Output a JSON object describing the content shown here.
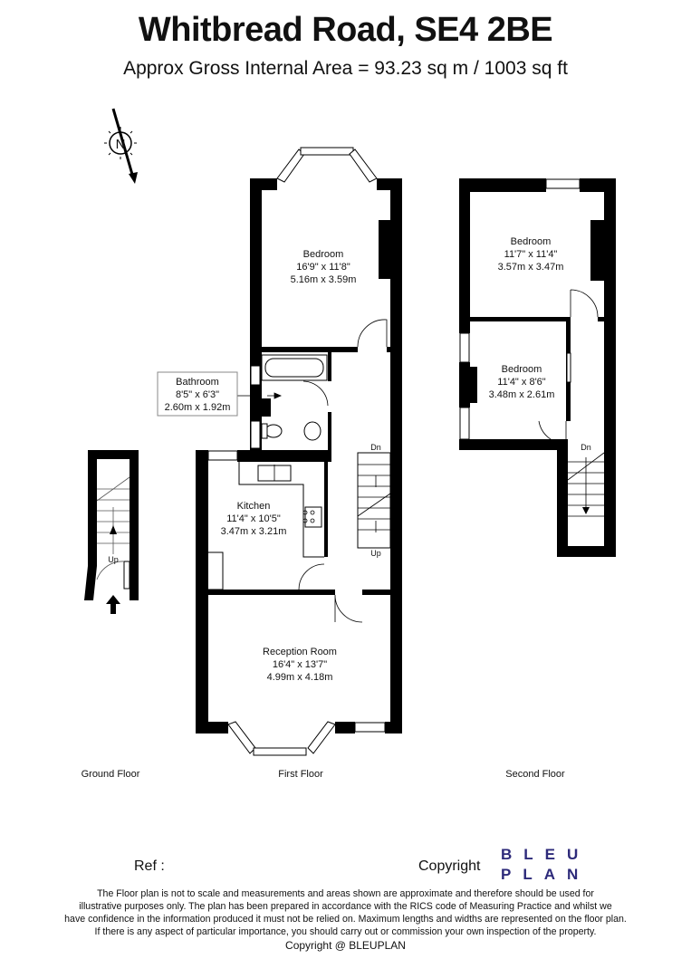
{
  "header": {
    "title": "Whitbread Road, SE4 2BE",
    "subtitle": "Approx Gross Internal Area = 93.23 sq m / 1003 sq ft"
  },
  "compass": {
    "letter": "N"
  },
  "rooms": {
    "bedroom1": {
      "name": "Bedroom",
      "imperial": "16'9\" x 11'8\"",
      "metric": "5.16m x 3.59m"
    },
    "bathroom": {
      "name": "Bathroom",
      "imperial": "8'5\" x 6'3\"",
      "metric": "2.60m x 1.92m"
    },
    "kitchen": {
      "name": "Kitchen",
      "imperial": "11'4\" x 10'5\"",
      "metric": "3.47m x 3.21m"
    },
    "reception": {
      "name": "Reception Room",
      "imperial": "16'4\" x 13'7\"",
      "metric": "4.99m x 4.18m"
    },
    "bedroom2": {
      "name": "Bedroom",
      "imperial": "11'7\" x 11'4\"",
      "metric": "3.57m x 3.47m"
    },
    "bedroom3": {
      "name": "Bedroom",
      "imperial": "11'4\" x 8'6\"",
      "metric": "3.48m x 2.61m"
    }
  },
  "stairs": {
    "up": "Up",
    "down": "Dn"
  },
  "floors": {
    "ground": "Ground Floor",
    "first": "First Floor",
    "second": "Second Floor"
  },
  "footer": {
    "ref": "Ref  :",
    "copyright": "Copyright",
    "logo_line1": "BLEU",
    "logo_line2": "PLAN",
    "disclaimer": [
      "The Floor plan is not to scale and measurements and areas shown are approximate and therefore should be used for",
      "illustrative purposes only. The plan has been prepared in accordance with the RICS code of Measuring Practice and whilst we",
      "have confidence in the information produced it must not be relied on. Maximum lengths and widths are represented on the floor plan.",
      "If there is any aspect of particular importance, you should carry out or commission your own inspection of the property.",
      "Copyright @ BLEUPLAN"
    ]
  },
  "colors": {
    "wall": "#000000",
    "logo": "#2d2a7a"
  }
}
